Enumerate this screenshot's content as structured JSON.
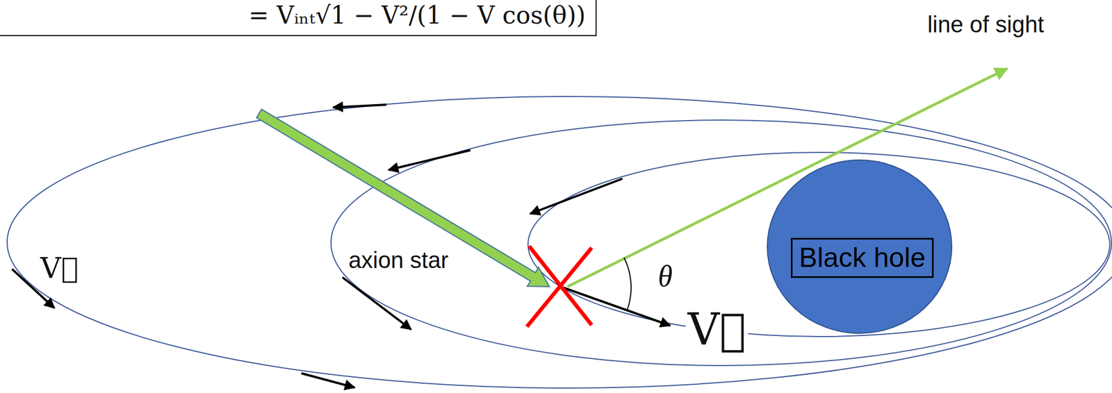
{
  "diagram": {
    "nodes": [
      {
        "text": [
          "Black hole"
        ]
      }
    ],
    "labels": [
      "= Vᵢₙₜ√1 − V²/(1 − V cos(θ))",
      "line of sight",
      "axion star",
      "θ",
      "V⃗",
      "V⃗"
    ]
  }
}
